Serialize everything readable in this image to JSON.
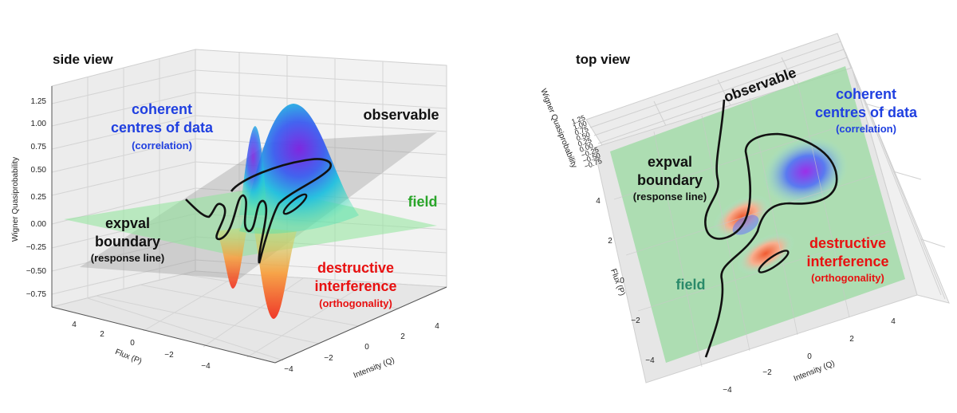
{
  "chart_data": [
    {
      "type": "surface",
      "title": "side view",
      "xlabel": "Intensity (Q)",
      "ylabel": "Flux (P)",
      "zlabel": "Wigner Quasiprobability",
      "x_ticks": [
        "−4",
        "−2",
        "0",
        "2",
        "4"
      ],
      "y_ticks": [
        "4",
        "2",
        "0",
        "−2",
        "−4"
      ],
      "z_ticks": [
        "1.25",
        "1.00",
        "0.75",
        "0.50",
        "0.25",
        "0.00",
        "−0.25",
        "−0.50",
        "−0.75"
      ],
      "zlim": [
        -0.75,
        1.25
      ],
      "grid": true,
      "colormap": "rainbow",
      "annotations": [
        {
          "role": "title",
          "text": "coherent"
        },
        {
          "role": "title",
          "text": "centres of data"
        },
        {
          "role": "subtitle",
          "text": "(correlation)"
        },
        {
          "role": "title",
          "text": "observable"
        },
        {
          "role": "title",
          "text": "field"
        },
        {
          "role": "title",
          "text": "expval"
        },
        {
          "role": "title",
          "text": "boundary"
        },
        {
          "role": "subtitle",
          "text": "(response line)"
        },
        {
          "role": "title",
          "text": "destructive"
        },
        {
          "role": "title",
          "text": "interference"
        },
        {
          "role": "subtitle",
          "text": "(orthogonality)"
        }
      ]
    },
    {
      "type": "surface",
      "title": "top view",
      "xlabel": "Intensity (Q)",
      "ylabel": "Flux (P)",
      "zlabel": "Wigner Quasiprobability",
      "x_ticks": [
        "−4",
        "−2",
        "0",
        "2",
        "4"
      ],
      "y_ticks": [
        "4",
        "2",
        "0",
        "−2",
        "−4"
      ],
      "z_ticks": [
        "1.25",
        "1.00",
        "0.75",
        "0.50",
        "0.25",
        "0.00",
        "−0.25",
        "−0.50",
        "−0.75"
      ],
      "grid": true,
      "colormap": "rainbow",
      "annotations": [
        {
          "role": "title",
          "text": "observable"
        },
        {
          "role": "title",
          "text": "coherent"
        },
        {
          "role": "title",
          "text": "centres of data"
        },
        {
          "role": "subtitle",
          "text": "(correlation)"
        },
        {
          "role": "title",
          "text": "expval"
        },
        {
          "role": "title",
          "text": "boundary"
        },
        {
          "role": "subtitle",
          "text": "(response line)"
        },
        {
          "role": "title",
          "text": "destructive"
        },
        {
          "role": "title",
          "text": "interference"
        },
        {
          "role": "subtitle",
          "text": "(orthogonality)"
        },
        {
          "role": "title",
          "text": "field"
        }
      ]
    }
  ],
  "colors": {
    "blue_label": "#1f3fe0",
    "green_label": "#2aa52a",
    "teal_label": "#2a8a6a",
    "red_label": "#e81010",
    "black_label": "#111111"
  }
}
